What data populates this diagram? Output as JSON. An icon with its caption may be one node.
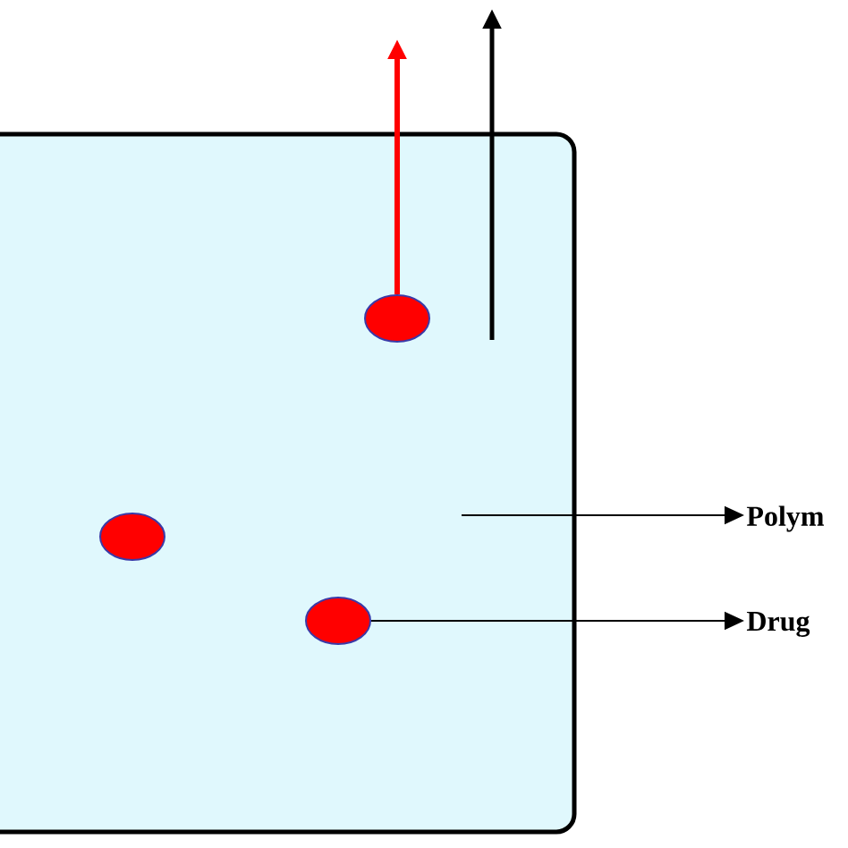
{
  "diagram": {
    "nodes": [
      {
        "text": [],
        "shape": "box"
      },
      {
        "text": [],
        "shape": "circle",
        "in": 0
      },
      {
        "text": [],
        "shape": "circle",
        "in": 0
      },
      {
        "text": [],
        "shape": "circle",
        "in": 0
      },
      {
        "text": [
          "Polym"
        ]
      },
      {
        "text": [
          "Drug"
        ]
      }
    ],
    "edges": [
      {
        "from": 1,
        "to": null,
        "arrow": "to",
        "style": "thick",
        "color": "#ff0000"
      },
      {
        "from": null,
        "to": 4,
        "arrow": "to"
      },
      {
        "from": 3,
        "to": 5,
        "arrow": "to"
      }
    ]
  }
}
